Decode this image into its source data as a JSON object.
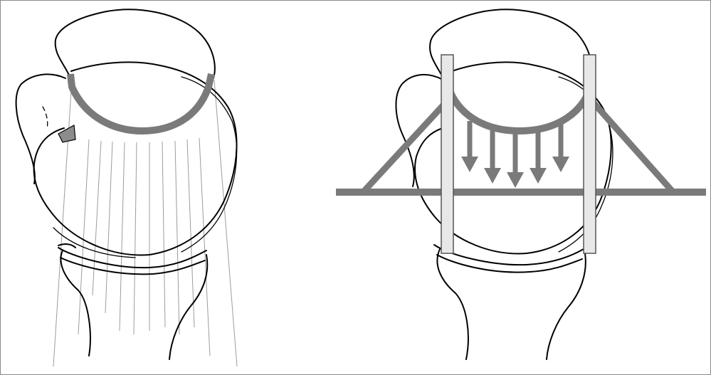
{
  "figure": {
    "panels": [
      {
        "id": "left",
        "description_name": "radiograph-projection"
      },
      {
        "id": "right",
        "description_name": "osteotomy-fixation"
      }
    ],
    "colors": {
      "outline": "#000000",
      "gray_instrument": "#7a7a7a",
      "pin": "#e6e6e6",
      "ray": "#9c9c9c",
      "border": "#8a8a8a"
    }
  }
}
